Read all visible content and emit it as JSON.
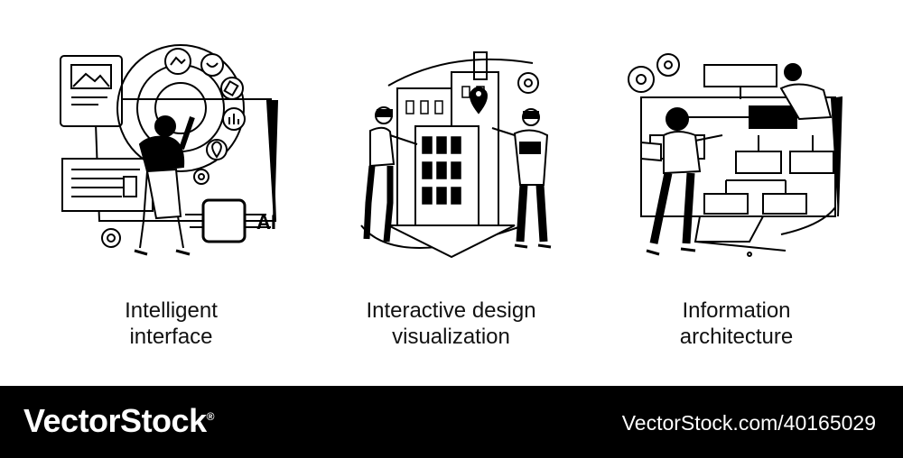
{
  "illustrations": [
    {
      "caption_line1": "Intelligent",
      "caption_line2": "interface",
      "chip_text": "AI"
    },
    {
      "caption_line1": "Interactive design",
      "caption_line2": "visualization"
    },
    {
      "caption_line1": "Information",
      "caption_line2": "architecture"
    }
  ],
  "footer": {
    "brand": "VectorStock",
    "brand_mark": "®",
    "image_ref": "VectorStock.com/40165029"
  },
  "colors": {
    "ink": "#000000",
    "background": "#ffffff",
    "footer_bg": "#000000",
    "footer_text": "#ffffff"
  }
}
